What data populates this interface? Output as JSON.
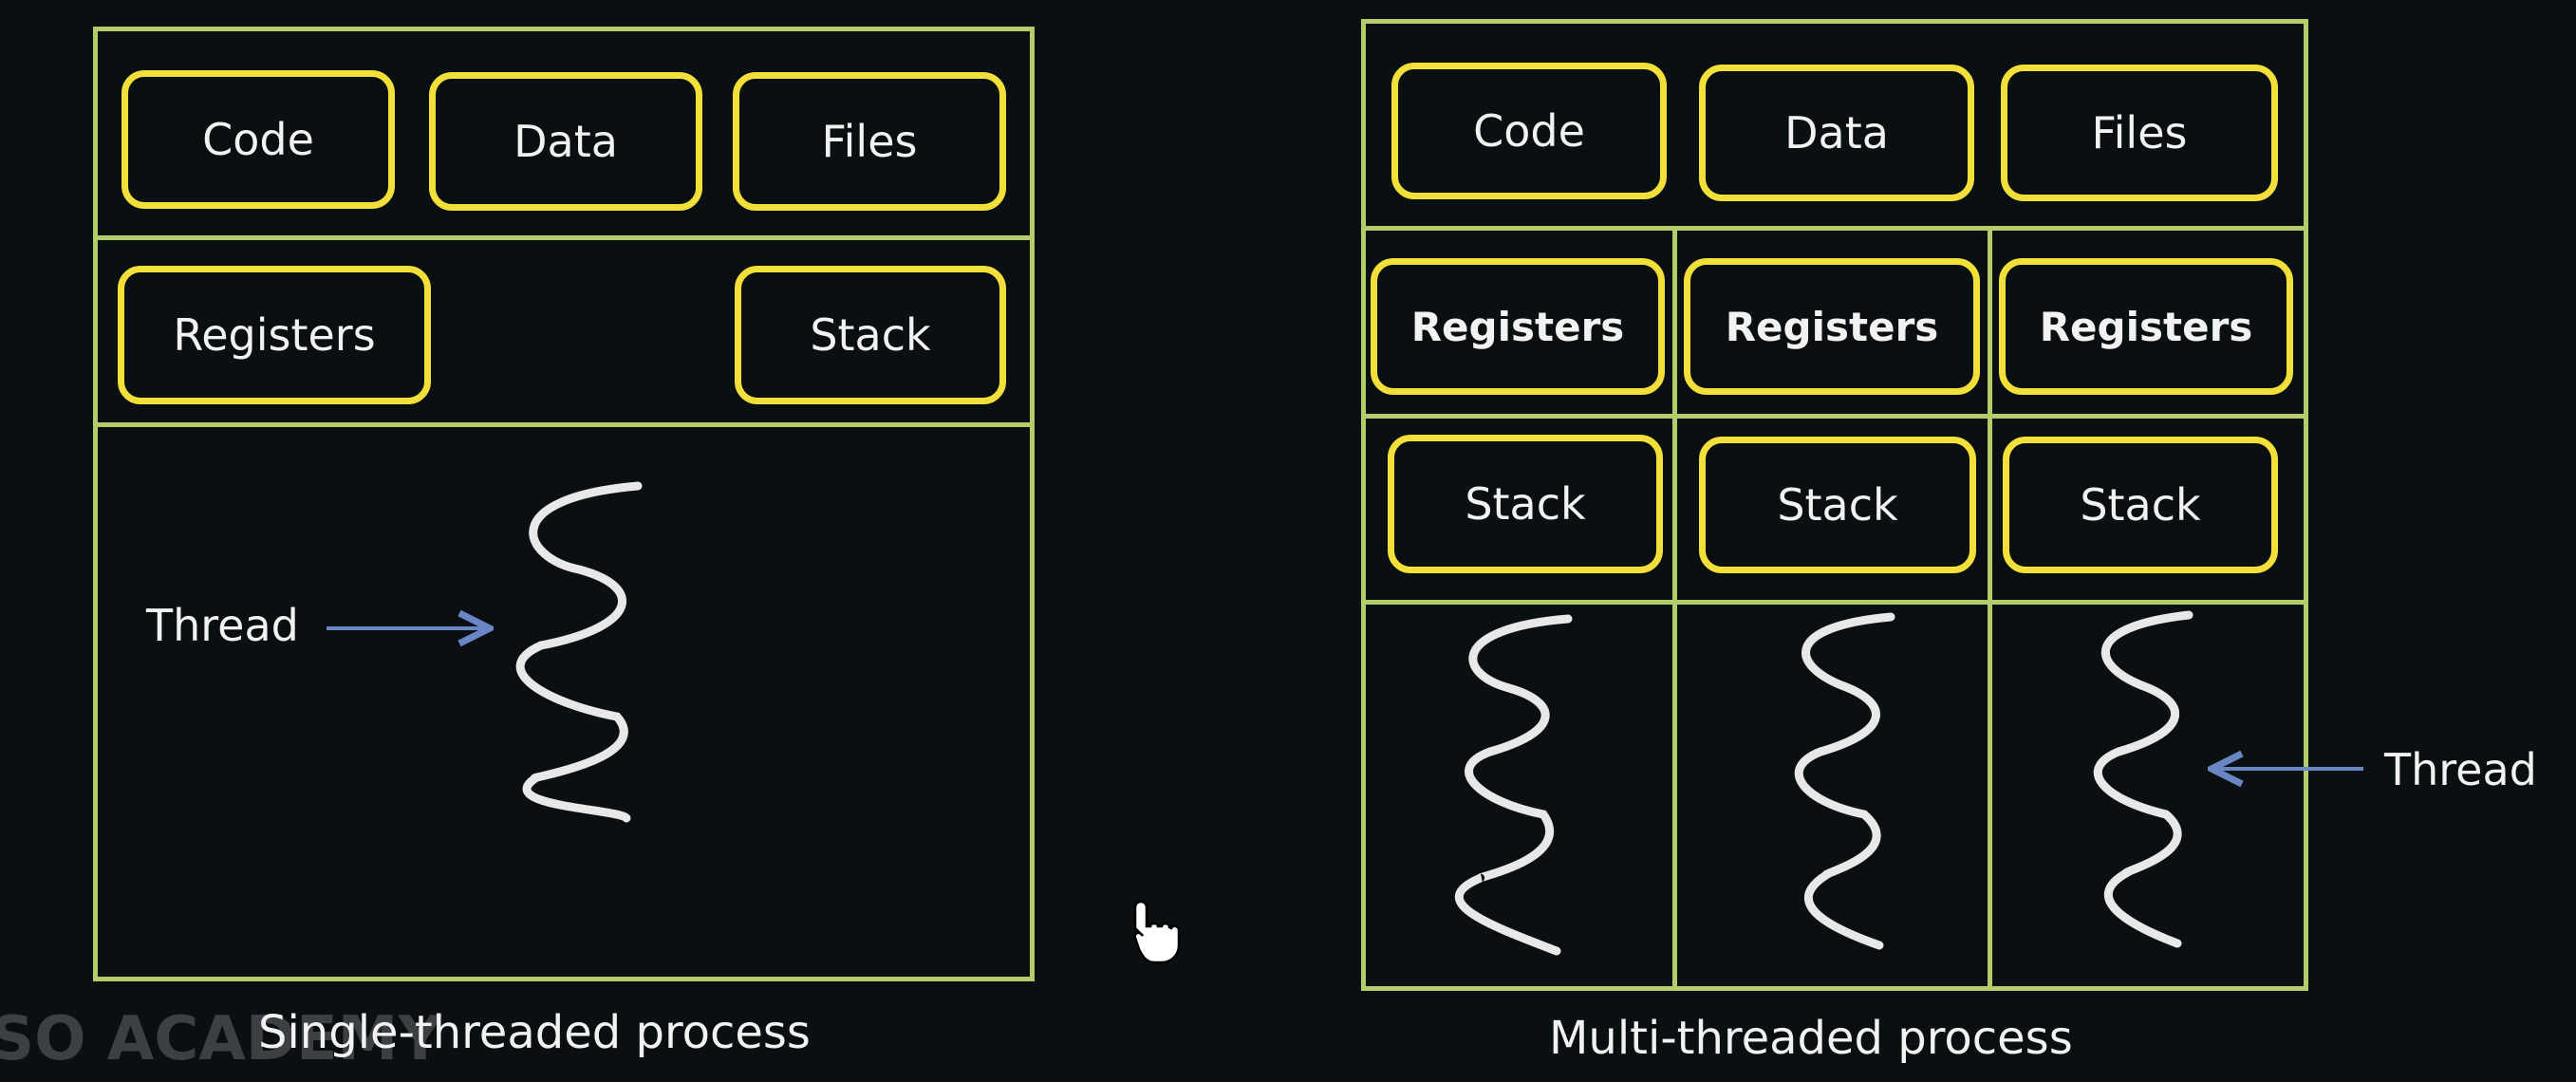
{
  "single": {
    "code": "Code",
    "data": "Data",
    "files": "Files",
    "registers": "Registers",
    "stack": "Stack",
    "thread_label": "Thread",
    "caption": "Single-threaded process"
  },
  "multi": {
    "code": "Code",
    "data": "Data",
    "files": "Files",
    "threads": [
      {
        "registers": "Registers",
        "stack": "Stack"
      },
      {
        "registers": "Registers",
        "stack": "Stack"
      },
      {
        "registers": "Registers",
        "stack": "Stack"
      }
    ],
    "thread_label": "Thread",
    "caption": "Multi-threaded process"
  },
  "watermark": "SO ACADEMY",
  "colors": {
    "background": "#0a0f12",
    "frame": "#b4cc6a",
    "box_border": "#f2df3a",
    "thread_line": "#e8e8e8",
    "arrow": "#6a86c4",
    "text": "#f2f2f2"
  },
  "icons": {
    "thread": "wavy-thread-icon",
    "arrow": "left-right-arrow",
    "cursor": "hand-pointer-icon"
  }
}
